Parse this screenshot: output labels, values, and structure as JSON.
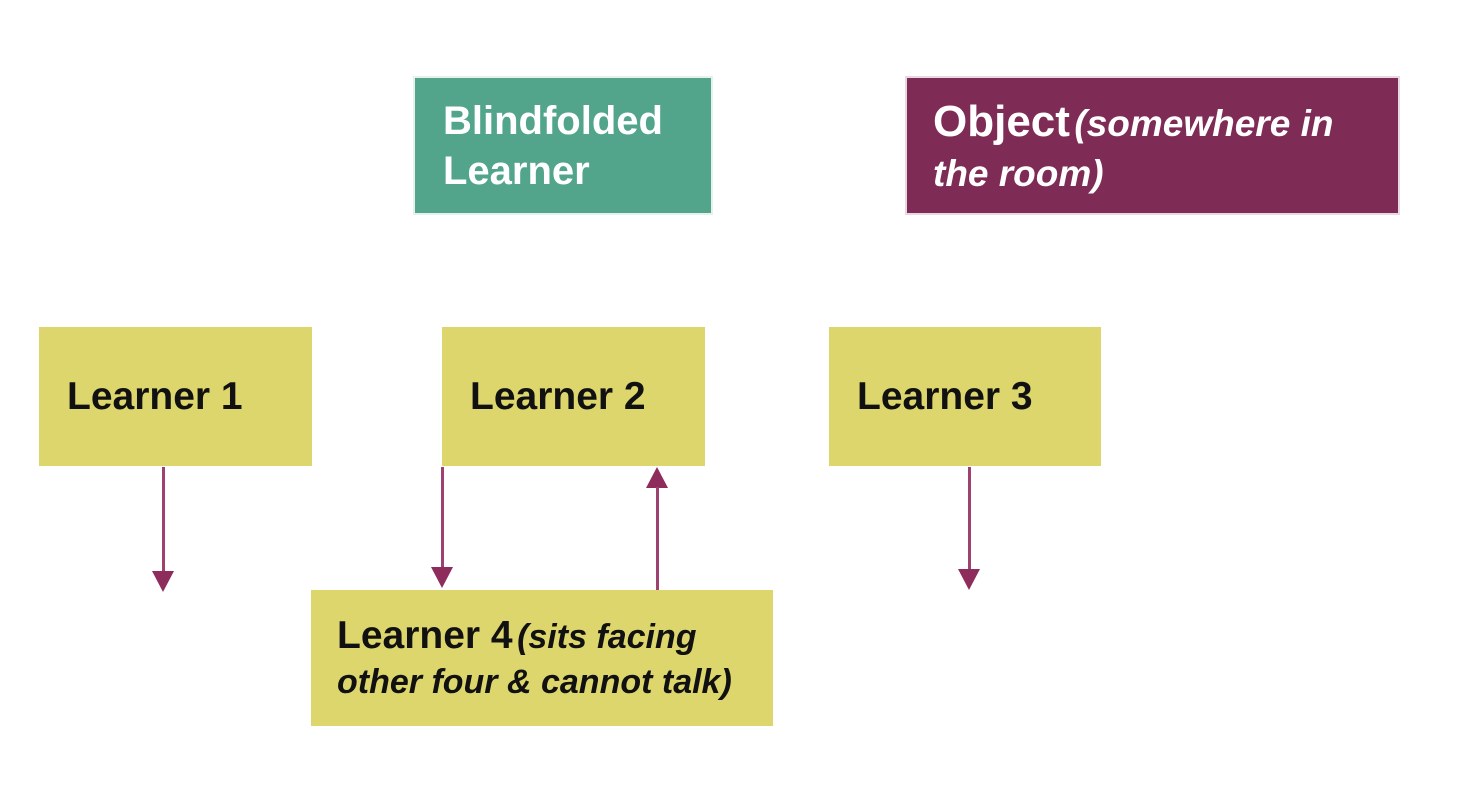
{
  "header_boxes": {
    "blindfolded": {
      "label": "Blindfolded Learner"
    },
    "object": {
      "title": "Object",
      "note": "(somewhere in the room)"
    }
  },
  "learners": {
    "learner1": {
      "label": "Learner 1"
    },
    "learner2": {
      "label": "Learner 2"
    },
    "learner3": {
      "label": "Learner 3"
    },
    "learner4": {
      "title": "Learner 4",
      "note": "(sits facing other four & cannot talk)"
    }
  },
  "arrows": [
    {
      "name": "learner1-to-floor",
      "direction": "down"
    },
    {
      "name": "learner2-to-learner4",
      "direction": "down"
    },
    {
      "name": "learner4-to-learner2",
      "direction": "up"
    },
    {
      "name": "learner3-to-floor",
      "direction": "down"
    }
  ],
  "colors": {
    "teal": "#52a58b",
    "maroon": "#7e2b55",
    "yellow": "#ddd66d",
    "arrow_line": "#9c4170",
    "arrow_head": "#8e2d5c"
  }
}
